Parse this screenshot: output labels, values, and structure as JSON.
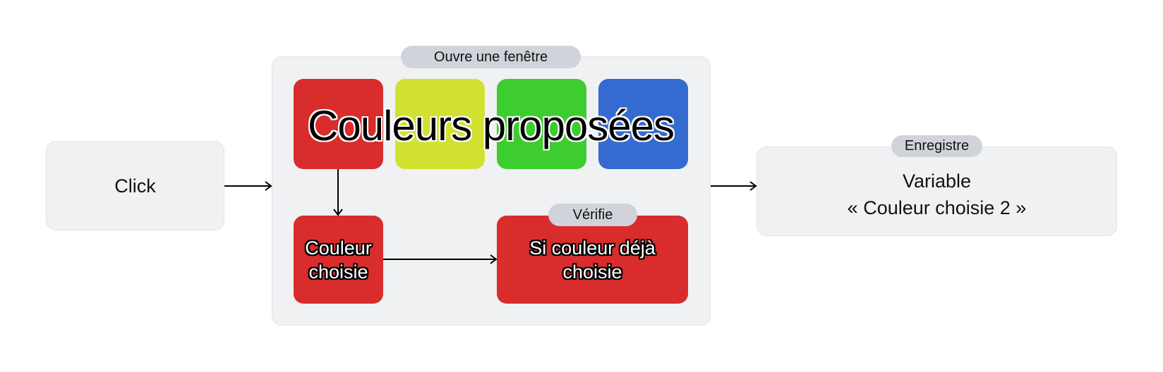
{
  "start": {
    "label": "Click"
  },
  "window": {
    "tag": "Ouvre une fenêtre",
    "title": "Couleurs proposées",
    "swatches": [
      {
        "name": "red",
        "color": "#d82c2d"
      },
      {
        "name": "yellow",
        "color": "#d2e030"
      },
      {
        "name": "green",
        "color": "#3ecd31"
      },
      {
        "name": "blue",
        "color": "#356bd1"
      }
    ],
    "chosen": {
      "line1": "Couleur",
      "line2": "choisie"
    },
    "check": {
      "tag": "Vérifie",
      "line1": "Si couleur déjà",
      "line2": "choisie"
    }
  },
  "result": {
    "tag": "Enregistre",
    "line1": "Variable",
    "line2": "« Couleur choisie 2 »"
  }
}
